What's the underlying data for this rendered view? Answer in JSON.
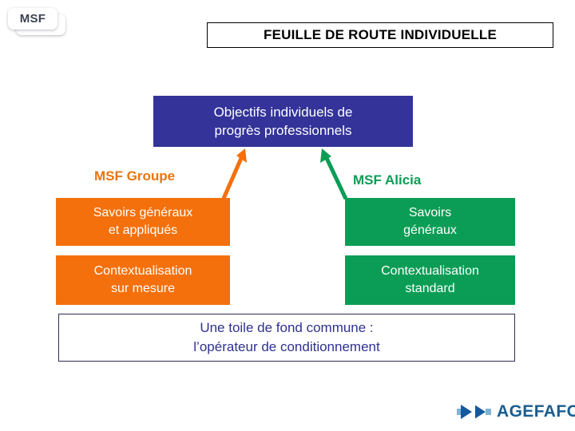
{
  "brand": {
    "msf_logo_text": "MSF",
    "agefaforia_wordmark": "AGEFAFORIA"
  },
  "header": {
    "title": "FEUILLE DE ROUTE INDIVIDUELLE"
  },
  "objectives": {
    "text": "Objectifs individuels de\nprogrès professionnels"
  },
  "columns": {
    "left": {
      "heading": "MSF Groupe",
      "cells": [
        "Savoirs généraux\net appliqués",
        "Contextualisation\nsur mesure"
      ]
    },
    "right": {
      "heading": "MSF Alicia",
      "cells": [
        "Savoirs\ngénéraux",
        "Contextualisation\nstandard"
      ]
    }
  },
  "footer": {
    "text": "Une toile de fond commune :\nl’opérateur de conditionnement"
  },
  "colors": {
    "navy": "#333399",
    "orange": "#f4700c",
    "orange_text": "#e87511",
    "green": "#0b9d55",
    "footer_text": "#2e3191",
    "agefaforia_blue": "#1a5d8f",
    "msf_text": "#3c4450"
  },
  "icons": {
    "arrow_left_up": "arrow-up-right-orange",
    "arrow_right_up": "arrow-up-left-green",
    "agefaforia_mark": "agefaforia-double-chevron-icon"
  }
}
